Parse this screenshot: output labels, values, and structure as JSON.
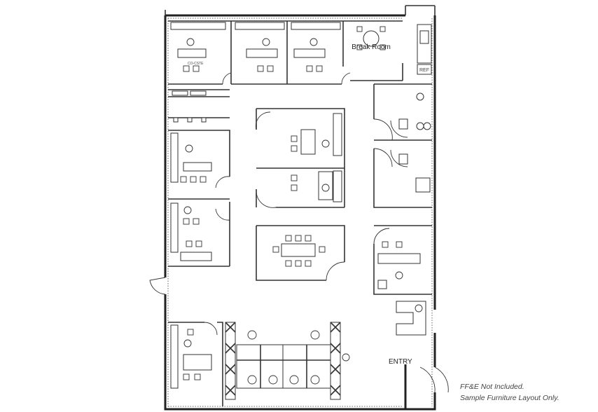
{
  "rooms": {
    "break_room": "Break Room",
    "refrigerator": "REF",
    "entry": "ENTRY"
  },
  "notes": {
    "ffe": "FF&E Not Included.",
    "sample": "Sample Furniture Layout Only."
  },
  "desk_label": "CO-CSTE"
}
